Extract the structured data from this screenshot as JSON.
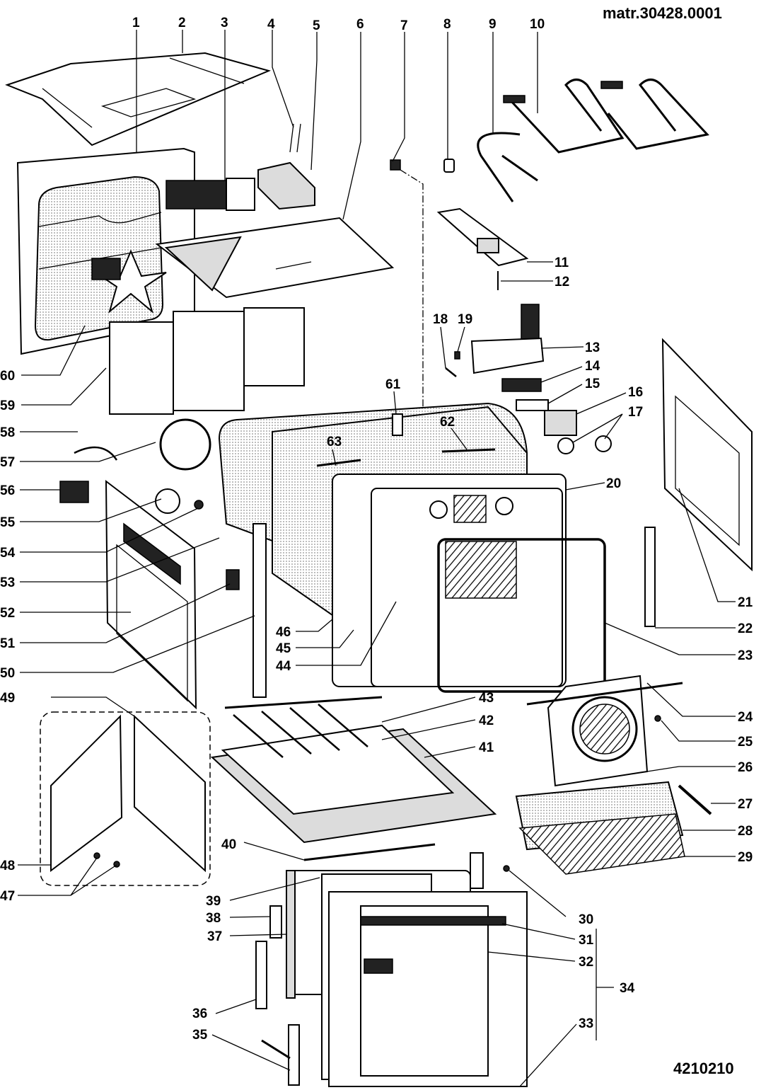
{
  "header": {
    "material_code": "matr.30428.0001",
    "drawing_number": "4210210"
  },
  "diagram": {
    "type": "exploded-parts-view",
    "subject": "built-in electric oven",
    "callouts": [
      {
        "id": "1",
        "label": "1"
      },
      {
        "id": "2",
        "label": "2"
      },
      {
        "id": "3",
        "label": "3"
      },
      {
        "id": "4",
        "label": "4"
      },
      {
        "id": "5",
        "label": "5"
      },
      {
        "id": "6",
        "label": "6"
      },
      {
        "id": "7",
        "label": "7"
      },
      {
        "id": "8",
        "label": "8"
      },
      {
        "id": "9",
        "label": "9"
      },
      {
        "id": "10",
        "label": "10"
      },
      {
        "id": "11",
        "label": "11"
      },
      {
        "id": "12",
        "label": "12"
      },
      {
        "id": "13",
        "label": "13"
      },
      {
        "id": "14",
        "label": "14"
      },
      {
        "id": "15",
        "label": "15"
      },
      {
        "id": "16",
        "label": "16"
      },
      {
        "id": "17",
        "label": "17"
      },
      {
        "id": "18",
        "label": "18"
      },
      {
        "id": "19",
        "label": "19"
      },
      {
        "id": "20",
        "label": "20"
      },
      {
        "id": "21",
        "label": "21"
      },
      {
        "id": "22",
        "label": "22"
      },
      {
        "id": "23",
        "label": "23"
      },
      {
        "id": "24",
        "label": "24"
      },
      {
        "id": "25",
        "label": "25"
      },
      {
        "id": "26",
        "label": "26"
      },
      {
        "id": "27",
        "label": "27"
      },
      {
        "id": "28",
        "label": "28"
      },
      {
        "id": "29",
        "label": "29"
      },
      {
        "id": "30",
        "label": "30"
      },
      {
        "id": "31",
        "label": "31"
      },
      {
        "id": "32",
        "label": "32"
      },
      {
        "id": "33",
        "label": "33"
      },
      {
        "id": "34",
        "label": "34"
      },
      {
        "id": "35",
        "label": "35"
      },
      {
        "id": "36",
        "label": "36"
      },
      {
        "id": "37",
        "label": "37"
      },
      {
        "id": "38",
        "label": "38"
      },
      {
        "id": "39",
        "label": "39"
      },
      {
        "id": "40",
        "label": "40"
      },
      {
        "id": "41",
        "label": "41"
      },
      {
        "id": "42",
        "label": "42"
      },
      {
        "id": "43",
        "label": "43"
      },
      {
        "id": "44",
        "label": "44"
      },
      {
        "id": "45",
        "label": "45"
      },
      {
        "id": "46",
        "label": "46"
      },
      {
        "id": "47",
        "label": "47"
      },
      {
        "id": "48",
        "label": "48"
      },
      {
        "id": "49",
        "label": "49"
      },
      {
        "id": "50",
        "label": "50"
      },
      {
        "id": "51",
        "label": "51"
      },
      {
        "id": "52",
        "label": "52"
      },
      {
        "id": "53",
        "label": "53"
      },
      {
        "id": "54",
        "label": "54"
      },
      {
        "id": "55",
        "label": "55"
      },
      {
        "id": "56",
        "label": "56"
      },
      {
        "id": "57",
        "label": "57"
      },
      {
        "id": "58",
        "label": "58"
      },
      {
        "id": "59",
        "label": "59"
      },
      {
        "id": "60",
        "label": "60"
      },
      {
        "id": "61",
        "label": "61"
      },
      {
        "id": "62",
        "label": "62"
      },
      {
        "id": "63",
        "label": "63"
      }
    ]
  }
}
